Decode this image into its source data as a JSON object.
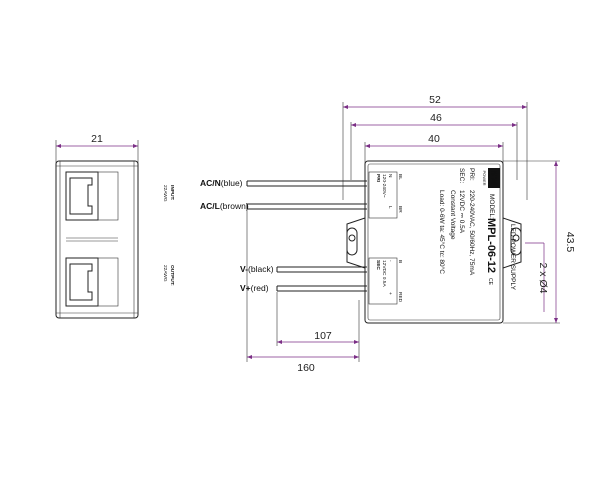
{
  "dimensions": {
    "side_width": "21",
    "overall_width": "52",
    "hole_spacing": "46",
    "body_width": "40",
    "height": "43.5",
    "holes": "2 x Ø4",
    "wire_out": "107",
    "wire_in": "160"
  },
  "side_view": {
    "input_label": "INPUT:",
    "input_gauge": "22AWG",
    "output_label": "OUTPUT:",
    "output_gauge": "22AWG"
  },
  "wires": [
    {
      "name": "AC/N",
      "color": "(blue)"
    },
    {
      "name": "AC/L",
      "color": "(brown)"
    },
    {
      "name": "V-",
      "color": "(black)"
    },
    {
      "name": "V+",
      "color": "(red)"
    }
  ],
  "label": {
    "model_prefix": "MODEL:",
    "model": "MPL-06-12",
    "product": "LED POWER SUPPLY",
    "pri_label": "PRI:",
    "pri_value": "220-240VAC, 50/60Hz, 75mA",
    "sec_label": "SEC:",
    "sec_value": "12VDC ⎓ 0.5A",
    "sec_mode": "Constant Voltage",
    "load": "Load: 0-6W  ta: 45°C  tc: 80°C",
    "brand": "MW",
    "brand_sub": "POWER",
    "pri_terminal": "PRI",
    "pri_terminal_range": "120-240V~",
    "pri_terminal_n": "N",
    "pri_terminal_l": "L",
    "sec_terminal": "SEC",
    "sec_terminal_range": "12VDC 0.5A",
    "sec_terminal_neg": "-",
    "sec_terminal_pos": "+",
    "mark_bl": "BL",
    "mark_br": "BR",
    "mark_b": "B",
    "mark_red": "RED",
    "ce_mark": "CE"
  }
}
